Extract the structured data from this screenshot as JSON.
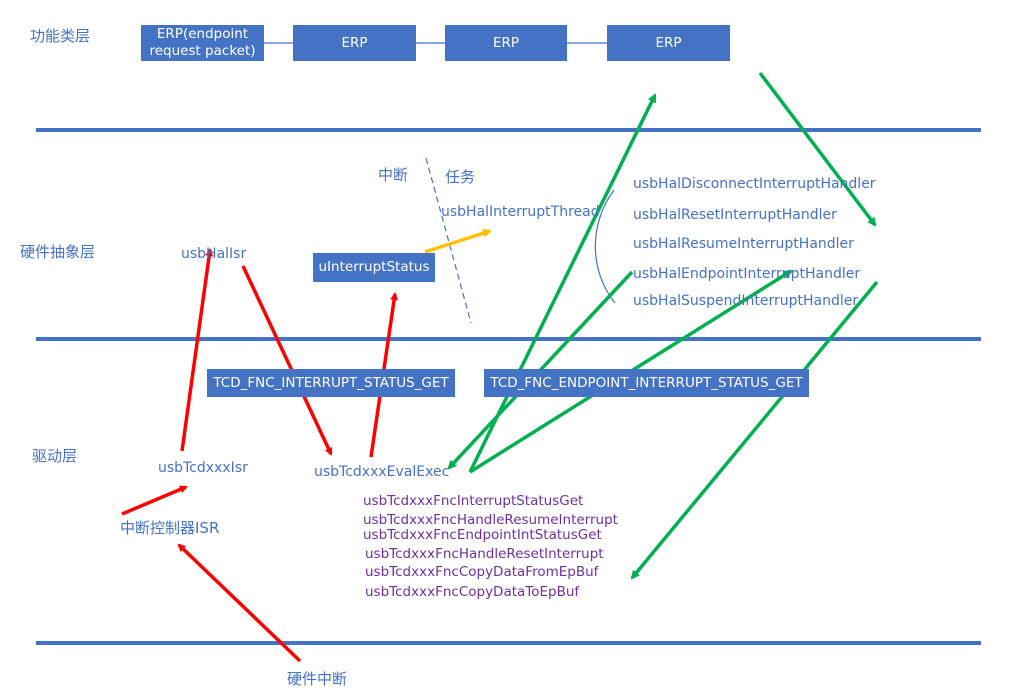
{
  "layers": {
    "functional": "功能类层",
    "hal": "硬件抽象层",
    "driver": "驱动层"
  },
  "erp": {
    "first": "ERP(endpoint request packet)",
    "items": [
      "ERP",
      "ERP",
      "ERP"
    ]
  },
  "hal": {
    "interrupt_label": "中断",
    "task_label": "任务",
    "thread": "usbHalInterruptThread",
    "isr": "usbHalIsr",
    "status_box": "uInterruptStatus",
    "handlers": [
      "usbHalDisconnectInterruptHandler",
      "usbHalResetInterruptHandler",
      "usbHalResumeInterruptHandler",
      "usbHalEndpointInterruptHandler",
      "usbHalSuspendInterruptHandler"
    ]
  },
  "driver": {
    "boxes": [
      "TCD_FNC_INTERRUPT_STATUS_GET",
      "TCD_FNC_ENDPOINT_INTERRUPT_STATUS_GET"
    ],
    "isr": "usbTcdxxxIsr",
    "eval": "usbTcdxxxEvalExec",
    "controller": "中断控制器ISR",
    "functions": [
      "usbTcdxxxFncInterruptStatusGet",
      "usbTcdxxxFncHandleResumeInterrupt",
      "usbTcdxxxFncEndpointIntStatusGet",
      "usbTcdxxxFncHandleResetInterrupt",
      "usbTcdxxxFncCopyDataFromEpBuf",
      "usbTcdxxxFncCopyDataToEpBuf"
    ]
  },
  "hardware_interrupt": "硬件中断",
  "colors": {
    "primary": "#4472c4",
    "red": "#ff0000",
    "green": "#00b050",
    "orange": "#ffc000",
    "purple": "#7030a0"
  }
}
